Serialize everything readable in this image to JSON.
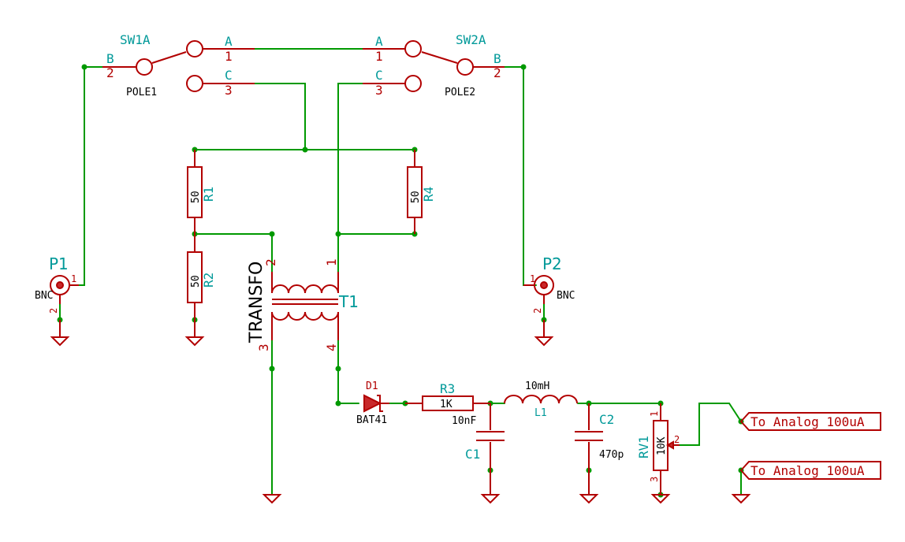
{
  "diagram": {
    "sw1a": {
      "ref": "SW1A",
      "pin_a_name": "A",
      "pin_a_num": "1",
      "pin_b_name": "B",
      "pin_b_num": "2",
      "pin_c_name": "C",
      "pin_c_num": "3",
      "value": "POLE1"
    },
    "sw2a": {
      "ref": "SW2A",
      "pin_a_name": "A",
      "pin_a_num": "1",
      "pin_b_name": "B",
      "pin_b_num": "2",
      "pin_c_name": "C",
      "pin_c_num": "3",
      "value": "POLE2"
    },
    "p1": {
      "ref": "P1",
      "value": "BNC",
      "pin1": "1",
      "pin2": "2"
    },
    "p2": {
      "ref": "P2",
      "value": "BNC",
      "pin1": "1",
      "pin2": "2"
    },
    "r1": {
      "ref": "R1",
      "value": "50"
    },
    "r2": {
      "ref": "R2",
      "value": "50"
    },
    "r4": {
      "ref": "R4",
      "value": "50"
    },
    "r3": {
      "ref": "R3",
      "value": "1K"
    },
    "t1": {
      "ref": "T1",
      "value": "TRANSFO",
      "pin1": "1",
      "pin2": "2",
      "pin3": "3",
      "pin4": "4"
    },
    "d1": {
      "ref": "D1",
      "value": "BAT41"
    },
    "c1": {
      "ref": "C1",
      "value": "10nF"
    },
    "c2": {
      "ref": "C2",
      "value": "470p"
    },
    "l1": {
      "ref": "L1",
      "value": "10mH"
    },
    "rv1": {
      "ref": "RV1",
      "value": "10K",
      "pin1": "1",
      "pin2": "2",
      "pin3": "3"
    },
    "labels": {
      "out1": "To Analog 100uA",
      "out2": "To Analog 100uA"
    }
  }
}
